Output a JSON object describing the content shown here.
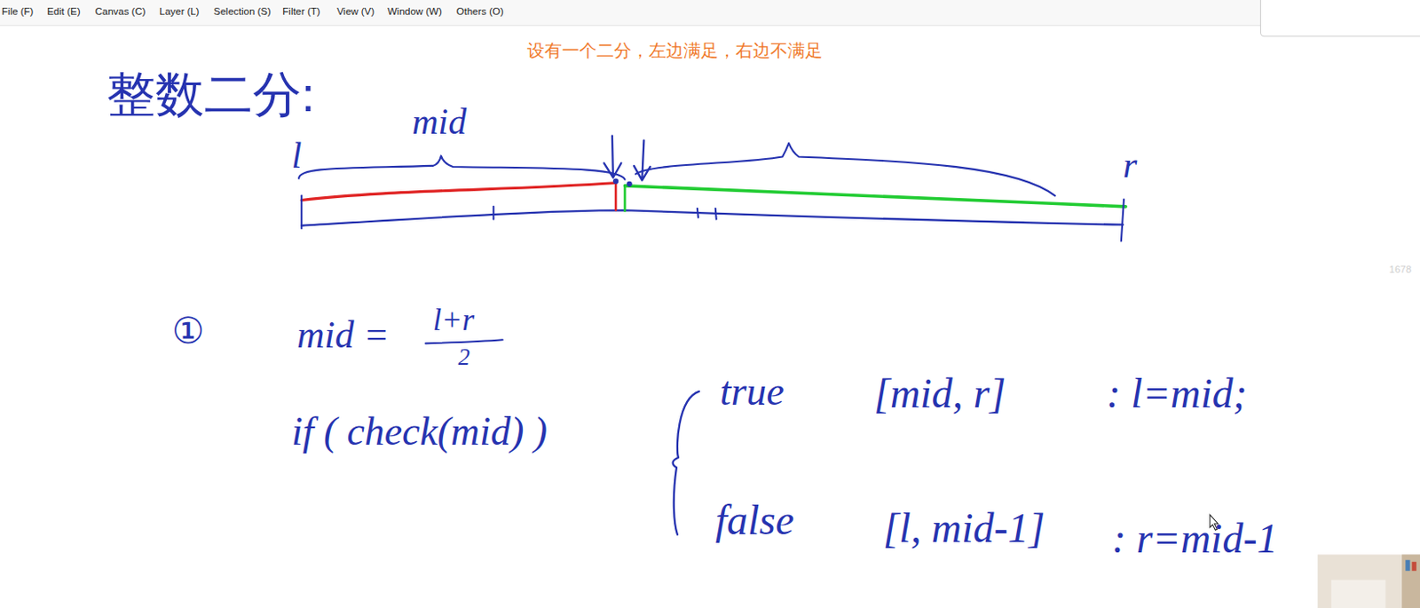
{
  "diagram": {
    "title": "设有一个二分，左边满足，右边不满足",
    "labels": [
      "File (F)",
      "Edit (E)",
      "Canvas (C)",
      "Layer (L)",
      "Selection (S)",
      "Filter (T)",
      "View (V)",
      "Window (W)",
      "Others (O)",
      "整数二分:",
      "mid",
      "l",
      "r",
      "①",
      "mid =",
      "l+r",
      "2",
      "if ( check(mid) )",
      "true",
      "[mid, r]",
      ": l=mid;",
      "false",
      "[l, mid-1]",
      ": r=mid-1",
      "1678"
    ]
  }
}
